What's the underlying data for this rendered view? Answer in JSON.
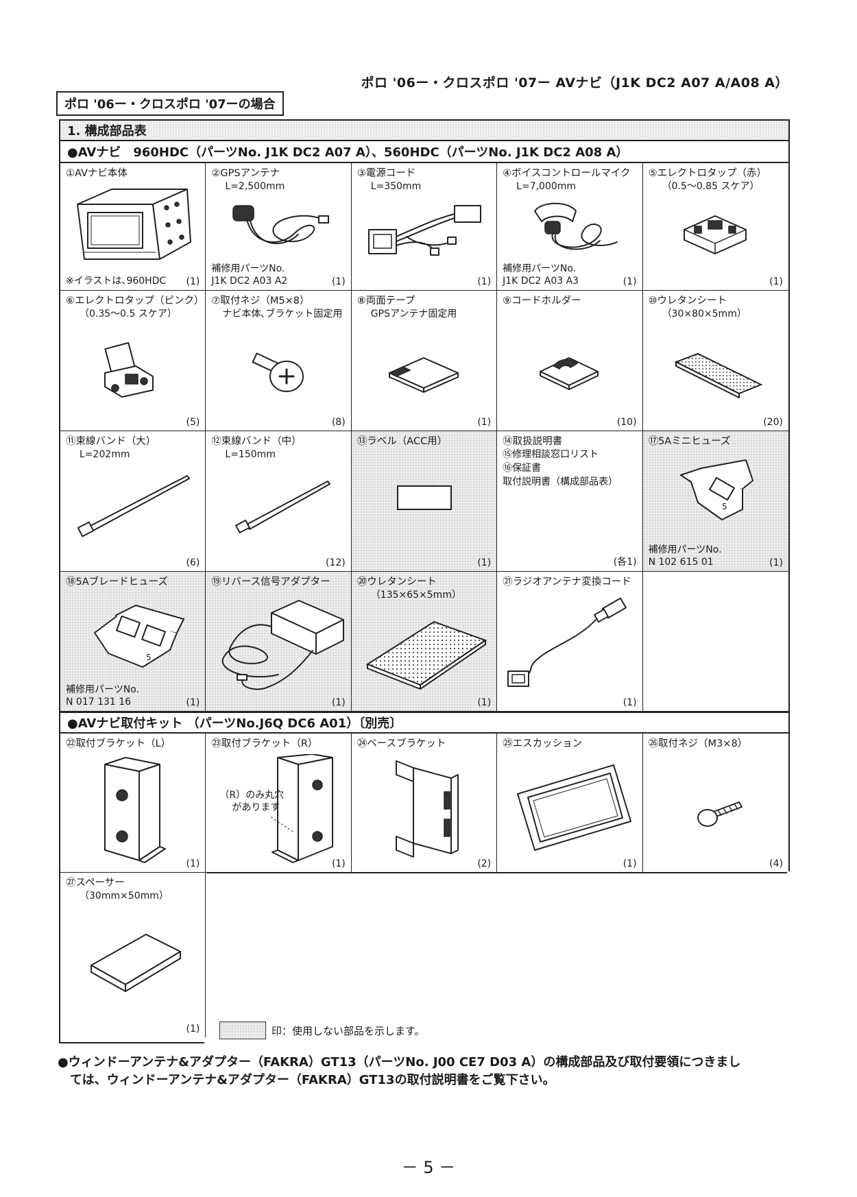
{
  "header": {
    "title": "ポロ '06ー・クロスポロ '07ー AVナビ（J1K DC2 A07 A/A08 A）",
    "case_label": "ポロ '06ー・クロスポロ '07ーの場合"
  },
  "section": {
    "title": "1. 構成部品表",
    "group1_title": "●AVナビ　960HDC（パーツNo. J1K DC2 A07 A）、560HDC（パーツNo. J1K DC2 A08 A）",
    "group2_title": "●AVナビ取付キット （パーツNo.J6Q DC6 A01）〔別売〕"
  },
  "parts": [
    {
      "title": "①AVナビ本体",
      "sub": "",
      "sub2": "",
      "spare": "※イラストは､960HDC",
      "spare2": "",
      "qty": "(1)"
    },
    {
      "title": "②GPSアンテナ",
      "sub": "L=2,500mm",
      "sub2": "",
      "spare": "補修用パーツNo.",
      "spare2": "J1K DC2 A03 A2",
      "qty": "(1)"
    },
    {
      "title": "③電源コード",
      "sub": "L=350mm",
      "sub2": "",
      "spare": "",
      "spare2": "",
      "qty": "(1)"
    },
    {
      "title": "④ボイスコントロールマイク",
      "sub": "L=7,000mm",
      "sub2": "",
      "spare": "補修用パーツNo.",
      "spare2": "J1K DC2 A03 A3",
      "qty": "(1)"
    },
    {
      "title": "⑤エレクトロタップ（赤）",
      "sub": "（0.5～0.85 スケア）",
      "sub2": "",
      "spare": "",
      "spare2": "",
      "qty": "(1)"
    },
    {
      "title": "⑥エレクトロタップ（ピンク）",
      "sub": "（0.35～0.5 スケア）",
      "sub2": "",
      "spare": "",
      "spare2": "",
      "qty": "(5)"
    },
    {
      "title": "⑦取付ネジ（M5×8）",
      "sub": "ナビ本体､ブラケット固定用",
      "sub2": "",
      "spare": "",
      "spare2": "",
      "qty": "(8)"
    },
    {
      "title": "⑧両面テープ",
      "sub": "GPSアンテナ固定用",
      "sub2": "",
      "spare": "",
      "spare2": "",
      "qty": "(1)"
    },
    {
      "title": "⑨コードホルダー",
      "sub": "",
      "sub2": "",
      "spare": "",
      "spare2": "",
      "qty": "(10)"
    },
    {
      "title": "⑩ウレタンシート",
      "sub": "（30×80×5mm）",
      "sub2": "",
      "spare": "",
      "spare2": "",
      "qty": "(20)"
    },
    {
      "title": "⑪束線バンド（大）",
      "sub": "L=202mm",
      "sub2": "",
      "spare": "",
      "spare2": "",
      "qty": "(6)"
    },
    {
      "title": "⑫束線バンド（中）",
      "sub": "L=150mm",
      "sub2": "",
      "spare": "",
      "spare2": "",
      "qty": "(12)"
    },
    {
      "title": "⑬ラベル（ACC用）",
      "sub": "",
      "sub2": "",
      "spare": "",
      "spare2": "",
      "qty": "(1)"
    },
    {
      "title": "⑭取扱説明書",
      "sub": "⑮修理相談窓口リスト",
      "sub2": "⑯保証書",
      "sub3": "取付説明書（構成部品表）",
      "spare": "",
      "spare2": "",
      "qty": "(各1)"
    },
    {
      "title": "⑰5Aミニヒューズ",
      "sub": "",
      "sub2": "",
      "spare": "補修用パーツNo.",
      "spare2": "N 102 615 01",
      "qty": "(1)"
    },
    {
      "title": "⑱5Aブレードヒューズ",
      "sub": "",
      "sub2": "",
      "spare": "補修用パーツNo.",
      "spare2": "N 017 131 16",
      "qty": "(1)"
    },
    {
      "title": "⑲リバース信号アダプター",
      "sub": "",
      "sub2": "",
      "spare": "",
      "spare2": "",
      "qty": "(1)"
    },
    {
      "title": "⑳ウレタンシート",
      "sub": "（135×65×5mm）",
      "sub2": "",
      "spare": "",
      "spare2": "",
      "qty": "(1)"
    },
    {
      "title": "㉑ラジオアンテナ変換コード",
      "sub": "",
      "sub2": "",
      "spare": "",
      "spare2": "",
      "qty": "(1)"
    },
    {
      "title": "㉒取付ブラケット（L）",
      "sub": "",
      "sub2": "",
      "spare": "",
      "spare2": "",
      "qty": "(1)"
    },
    {
      "title": "㉓取付ブラケット（R）",
      "sub": "（R）のみ丸穴",
      "sub2": "があります",
      "spare": "",
      "spare2": "",
      "qty": "(1)"
    },
    {
      "title": "㉔ベースブラケット",
      "sub": "",
      "sub2": "",
      "spare": "",
      "spare2": "",
      "qty": "(2)"
    },
    {
      "title": "㉕エスカッション",
      "sub": "",
      "sub2": "",
      "spare": "",
      "spare2": "",
      "qty": "(1)"
    },
    {
      "title": "㉖取付ネジ（M3×8）",
      "sub": "",
      "sub2": "",
      "spare": "",
      "spare2": "",
      "qty": "(4)"
    },
    {
      "title": "㉗スペーサー",
      "sub": "（30mm×50mm）",
      "sub2": "",
      "spare": "",
      "spare2": "",
      "qty": "(1)"
    }
  ],
  "legend": {
    "text": "印：使用しない部品を示します。"
  },
  "note": {
    "line1": "●ウィンドーアンテナ&アダプター（FAKRA）GT13（パーツNo. J00 CE7 D03 A）の構成部品及び取付要領につきまし",
    "line2": "ては、ウィンドーアンテナ&アダプター（FAKRA）GT13の取付説明書をご覧下さい。"
  },
  "footer": {
    "page": "－ 5 －"
  }
}
